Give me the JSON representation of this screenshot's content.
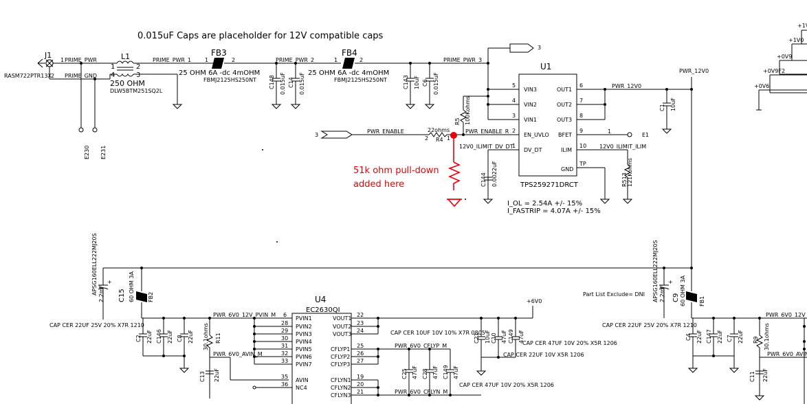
{
  "note": "0.015uF Caps are placeholder for 12V compatible caps",
  "annotation": {
    "line1": "51k ohm pull-down",
    "line2": "added here",
    "color": "#e8000b"
  },
  "connector": {
    "ref": "J1",
    "part": "RASM722PTR13X",
    "pin1": "1",
    "pin2": "2",
    "net1": "PRIME_PWR",
    "net2": "PRIME_GND",
    "tp1": "E230",
    "tp2": "E231"
  },
  "choke": {
    "ref": "L1",
    "value": "250 OHM",
    "part": "DLW5BTM251SQ2L",
    "p1": "1",
    "p2": "2",
    "p3": "3",
    "p4": "4"
  },
  "fb3": {
    "ref": "FB3",
    "value": "25 OHM 6A -dc 4mOHM",
    "part": "FBMJ2125HS250NT",
    "p1": "1",
    "p2": "2"
  },
  "fb4": {
    "ref": "FB4",
    "value": "25 OHM 6A -dc 4mOHM",
    "part": "FBMJ2125HS250NT",
    "p1": "1",
    "p2": "2"
  },
  "nets": {
    "prime_pwr_1": "PRIME_PWR_1",
    "prime_pwr_2": "PRIME_PWR_2",
    "prime_pwr_3": "PRIME_PWR_3",
    "pwr_enable": "PWR_ENABLE",
    "pwr_enable_r": "PWR_ENABLE_R",
    "ilimit_dvdt": "12V0_ILIMIT_DV_DT",
    "pwr_12v0_a": "PWR_12V0",
    "pwr_12v0_b": "PWR_12V0",
    "ilim": "12V0_ILIMIT_ILIM",
    "pvin_m": "PWR_6V0_12V_PVIN_M",
    "avin_m": "PWR_6V0_AVIN_M",
    "cflyp": "PWR_6V0_CFLYP_M",
    "cflyn": "PWR_6V0_CFLYN_M",
    "right_pvin": "PWR_6V0_12V",
    "right_avin": "PWR_6V0_AVIN",
    "v6": "+6V0"
  },
  "offpage": {
    "o1": "3",
    "o2": "3"
  },
  "caps_top": [
    {
      "ref": "C148",
      "value": "0.015uF"
    },
    {
      "ref": "C14",
      "value": "0.015uF"
    },
    {
      "ref": "C143",
      "value": "10uF"
    },
    {
      "ref": "C6",
      "value": "0.015uF"
    }
  ],
  "u1": {
    "ref": "U1",
    "part": "TPS259271DRCT",
    "pins_left": [
      {
        "name": "VIN3",
        "num": "5"
      },
      {
        "name": "VIN2",
        "num": "4"
      },
      {
        "name": "VIN1",
        "num": "3"
      },
      {
        "name": "EN_UVLO",
        "num": "2"
      },
      {
        "name": "DV_DT",
        "num": "1"
      }
    ],
    "pins_right": [
      {
        "name": "OUT1",
        "num": "6"
      },
      {
        "name": "OUT2",
        "num": "7"
      },
      {
        "name": "OUT3",
        "num": "8"
      },
      {
        "name": "BFET",
        "num": "9"
      },
      {
        "name": "ILIM",
        "num": "10"
      },
      {
        "name": "GND",
        "num": "TP"
      }
    ]
  },
  "r4": {
    "ref": "R4",
    "value": "22ohms",
    "p1": "1",
    "p2": "2"
  },
  "r5": {
    "ref": "R5",
    "value": "100Kohms"
  },
  "c144": {
    "ref": "C144",
    "value": "0.0022uF"
  },
  "c1": {
    "ref": "C1",
    "value": "10uF"
  },
  "r513": {
    "ref": "R513",
    "value": "121Kohms",
    "pin": "2"
  },
  "e1": {
    "ref": "E1",
    "pin": "1"
  },
  "ilimits": {
    "line1": "I_OL = 2.54A +/- 15%",
    "line2": "I_FASTRIP = 4.07A +/- 15%"
  },
  "c15": {
    "ref": "C15",
    "value": "2.2mF",
    "part": "APSG160ELL222MJ20S",
    "spec": "CAP CER 22UF 25V 20% X7R 1210"
  },
  "fb2": {
    "ref": "FB2",
    "value": "60 OHM 3A"
  },
  "c9": {
    "ref": "C9",
    "value": "2.2mF",
    "part": "APSG160ELL222MJ20S",
    "spec": "CAP CER 22UF 25V 20% X7R 1210"
  },
  "fb1": {
    "ref": "FB1",
    "value": "60 OHM 3A"
  },
  "dni": "Part List Exclude= DNI",
  "caps_left": [
    {
      "ref": "C2",
      "value": "22uF"
    },
    {
      "ref": "C146",
      "value": "22uF"
    },
    {
      "ref": "C8",
      "value": "22uF"
    }
  ],
  "r11": {
    "ref": "R11",
    "value": "30.1ohms"
  },
  "c13": {
    "ref": "C13",
    "value": "22uF"
  },
  "u4": {
    "ref": "U4",
    "part": "EC2630QI",
    "pins_left": [
      {
        "name": "PVIN1",
        "num": "6"
      },
      {
        "name": "PVIN2",
        "num": "28"
      },
      {
        "name": "PVIN3",
        "num": "29"
      },
      {
        "name": "PVIN4",
        "num": "30"
      },
      {
        "name": "PVIN5",
        "num": "31"
      },
      {
        "name": "PVIN6",
        "num": "32"
      },
      {
        "name": "PVIN7",
        "num": "33"
      },
      {
        "name": "AVIN",
        "num": "35"
      },
      {
        "name": "NC4",
        "num": "36"
      }
    ],
    "pins_right": [
      {
        "name": "VOUT1",
        "num": "22"
      },
      {
        "name": "VOUT2",
        "num": "23"
      },
      {
        "name": "VOUT3",
        "num": "24"
      },
      {
        "name": "CFLYP1",
        "num": "25"
      },
      {
        "name": "CFLYP2",
        "num": "26"
      },
      {
        "name": "CFLYP3",
        "num": "27"
      },
      {
        "name": "CFLYN1",
        "num": "19"
      },
      {
        "name": "CFLYN2",
        "num": "20"
      },
      {
        "name": "CFLYN3",
        "num": "21"
      }
    ]
  },
  "caps_out": [
    {
      "ref": "C21",
      "value": "10uF"
    },
    {
      "ref": "C10",
      "value": "47uF"
    },
    {
      "ref": "C149",
      "value": "47uF"
    }
  ],
  "caps_fly": [
    {
      "ref": "C25",
      "value": "47uF"
    },
    {
      "ref": "C28",
      "value": "47uF"
    },
    {
      "ref": "C149",
      "value": "47uF"
    }
  ],
  "specs": {
    "s1": "CAP CER 10UF 10V 10% X7R 0805",
    "s2": "CAP CER 47UF 10V 20% X5R 1206",
    "s3": "CAP CER 22UF 10V X5R 1206",
    "s4": "CAP CER 47UF 10V 20% X5R 1206"
  },
  "caps_right": [
    {
      "ref": "C4",
      "value": "22uF"
    },
    {
      "ref": "C147",
      "value": "22uF"
    },
    {
      "ref": "C7",
      "value": "22uF"
    }
  ],
  "r9": {
    "ref": "R9",
    "value": "30.1ohms"
  },
  "c11": {
    "ref": "C11",
    "value": "22uF"
  },
  "rails": {
    "r1": "+1V",
    "r2": "+1V0",
    "r3": "+0V9",
    "r4": "+0V9F2",
    "r5": "+0V6"
  }
}
